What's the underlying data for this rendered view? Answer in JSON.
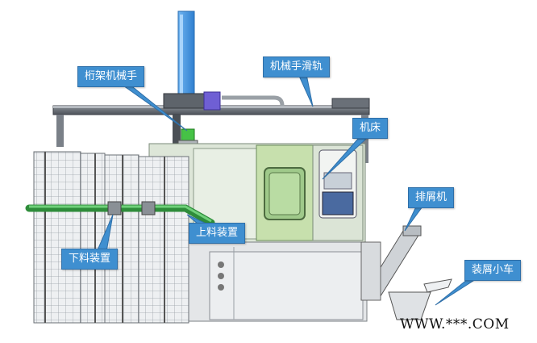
{
  "labels": {
    "gantry_robot": "桁架机械手",
    "robot_rail": "机械手滑轨",
    "machine_tool": "机床",
    "unloading_device": "下料装置",
    "loading_device": "上料装置",
    "chip_conveyor": "排屑机",
    "chip_cart": "装屑小车"
  },
  "watermark": "WWW.***.COM",
  "colors": {
    "callout": "#3f8fd0",
    "machine_body": "#dde6d8",
    "machine_green": "#c7e0ad",
    "gantry_blue": "#4a9be0",
    "frame_gray": "#d9dcdf",
    "dark_rail": "#5a5f66"
  }
}
